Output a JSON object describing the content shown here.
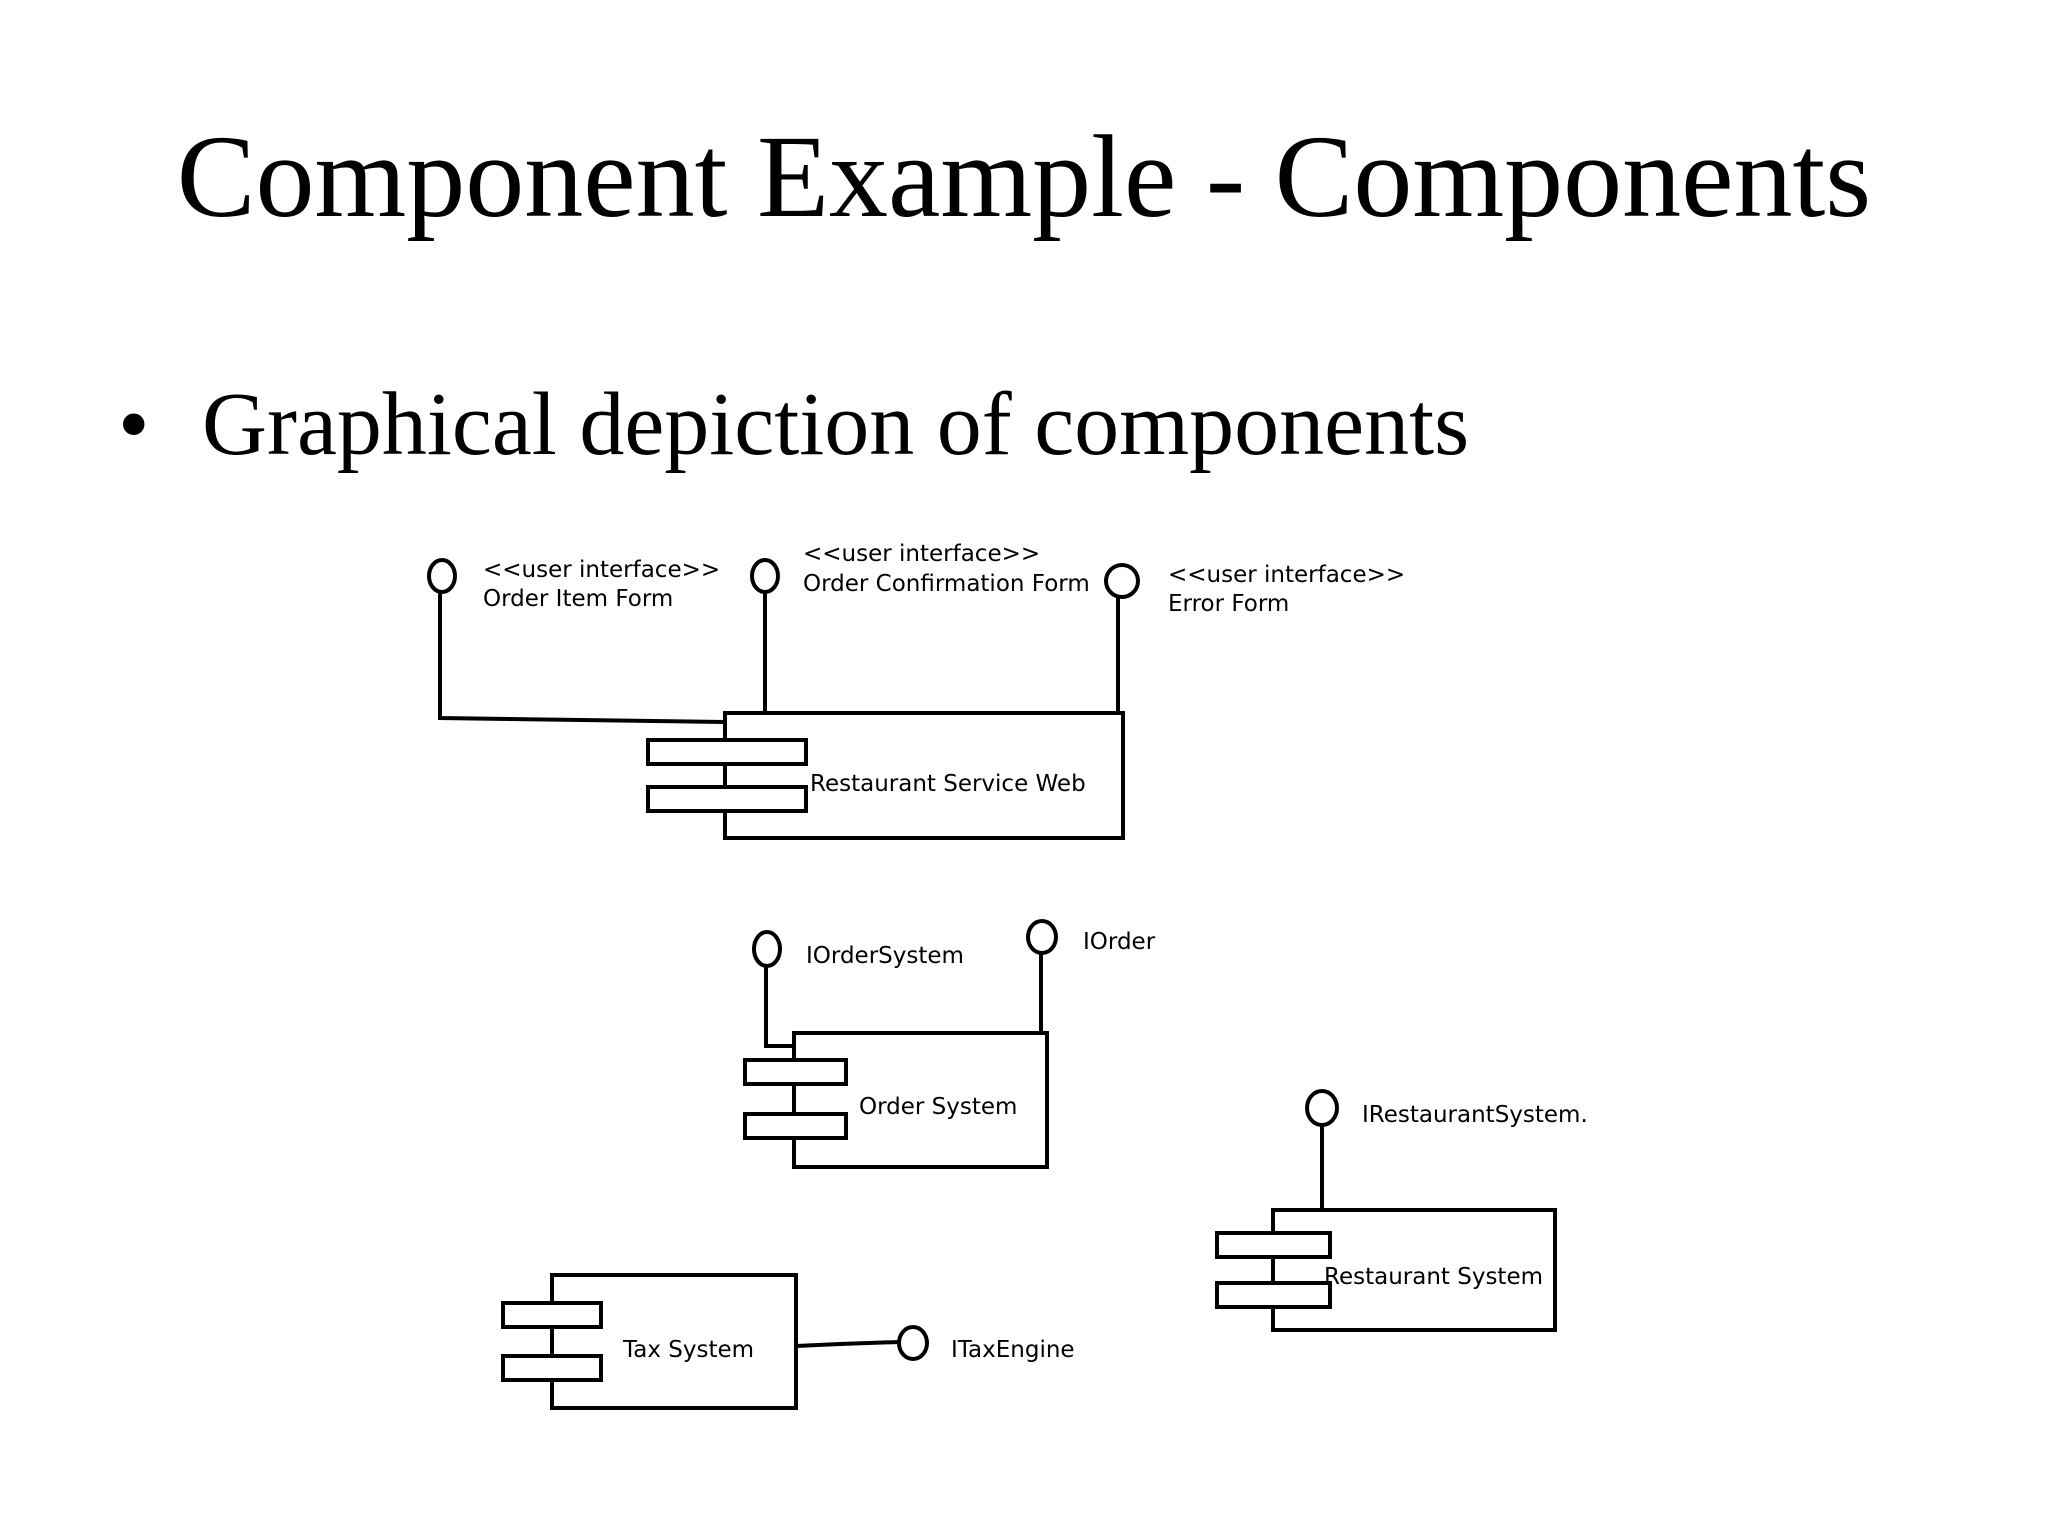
{
  "slide": {
    "title": "Component Example - Components",
    "bullet": "Graphical depiction of components"
  },
  "diagram": {
    "components": {
      "restaurant_service_web": "Restaurant Service Web",
      "order_system": "Order System",
      "restaurant_system": "Restaurant System",
      "tax_system": "Tax System"
    },
    "interfaces": {
      "order_item_form": {
        "stereotype": "<<user interface>>",
        "name": "Order Item Form"
      },
      "order_confirmation_form": {
        "stereotype": "<<user interface>>",
        "name": "Order Confirmation Form"
      },
      "error_form": {
        "stereotype": "<<user interface>>",
        "name": "Error Form"
      },
      "iorder_system": {
        "name": "IOrderSystem"
      },
      "iorder": {
        "name": "IOrder"
      },
      "irestaurant_system": {
        "name": "IRestaurantSystem."
      },
      "itax_engine": {
        "name": "ITaxEngine"
      }
    }
  }
}
